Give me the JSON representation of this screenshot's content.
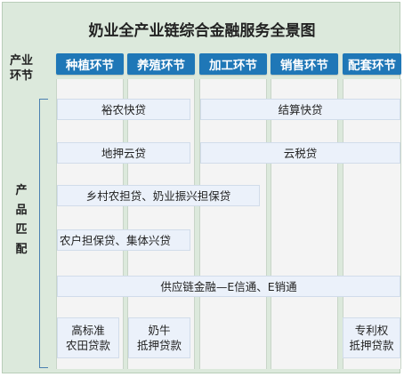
{
  "title": "奶业全产业链综合金融服务全景图",
  "row_header": {
    "stage_label_line1": "产业",
    "stage_label_line2": "环节",
    "product_label": [
      "产",
      "品",
      "匹",
      "配"
    ]
  },
  "stages": [
    "种植环节",
    "养殖环节",
    "加工环节",
    "销售环节",
    "配套环节"
  ],
  "products": [
    {
      "label": "裕农快贷",
      "stages": [
        "种植环节",
        "养殖环节"
      ]
    },
    {
      "label": "结算快贷",
      "stages": [
        "加工环节",
        "销售环节",
        "配套环节"
      ]
    },
    {
      "label": "地押云贷",
      "stages": [
        "种植环节",
        "养殖环节"
      ]
    },
    {
      "label": "云税贷",
      "stages": [
        "加工环节",
        "销售环节",
        "配套环节"
      ]
    },
    {
      "label": "乡村农担贷、奶业振兴担保贷",
      "stages": [
        "种植环节",
        "养殖环节"
      ]
    },
    {
      "label": "农户担保贷、集体兴贷",
      "stages": [
        "种植环节",
        "养殖环节"
      ]
    },
    {
      "label": "供应链金融—E信通、E销通",
      "stages": [
        "种植环节",
        "养殖环节",
        "加工环节",
        "销售环节",
        "配套环节"
      ]
    },
    {
      "label": "高标准\n农田贷款",
      "stages": [
        "种植环节"
      ]
    },
    {
      "label": "奶牛\n抵押贷款",
      "stages": [
        "养殖环节"
      ]
    },
    {
      "label": "专利权\n抵押贷款",
      "stages": [
        "配套环节"
      ]
    }
  ],
  "colors": {
    "panel": "#dce9dc",
    "stage_header": "#1f77b7",
    "stage_column": "#f4f4f4",
    "product_box": "#ebf1fa"
  }
}
